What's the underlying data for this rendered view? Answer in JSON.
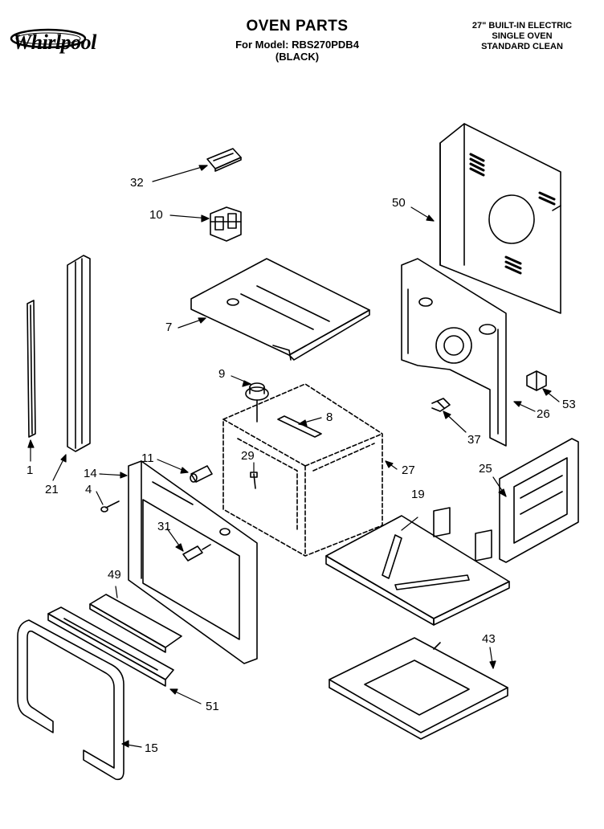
{
  "brand": {
    "name": "Whirlpool"
  },
  "header": {
    "title": "OVEN PARTS",
    "model_line": "For Model: RBS270PDB4",
    "color_line": "(BLACK)",
    "spec_lines": [
      "27\" BUILT-IN ELECTRIC",
      "SINGLE OVEN",
      "STANDARD CLEAN"
    ]
  },
  "callouts": [
    "32",
    "10",
    "7",
    "50",
    "9",
    "8",
    "53",
    "26",
    "37",
    "1",
    "21",
    "14",
    "11",
    "29",
    "27",
    "4",
    "25",
    "19",
    "31",
    "49",
    "43",
    "51",
    "15"
  ]
}
